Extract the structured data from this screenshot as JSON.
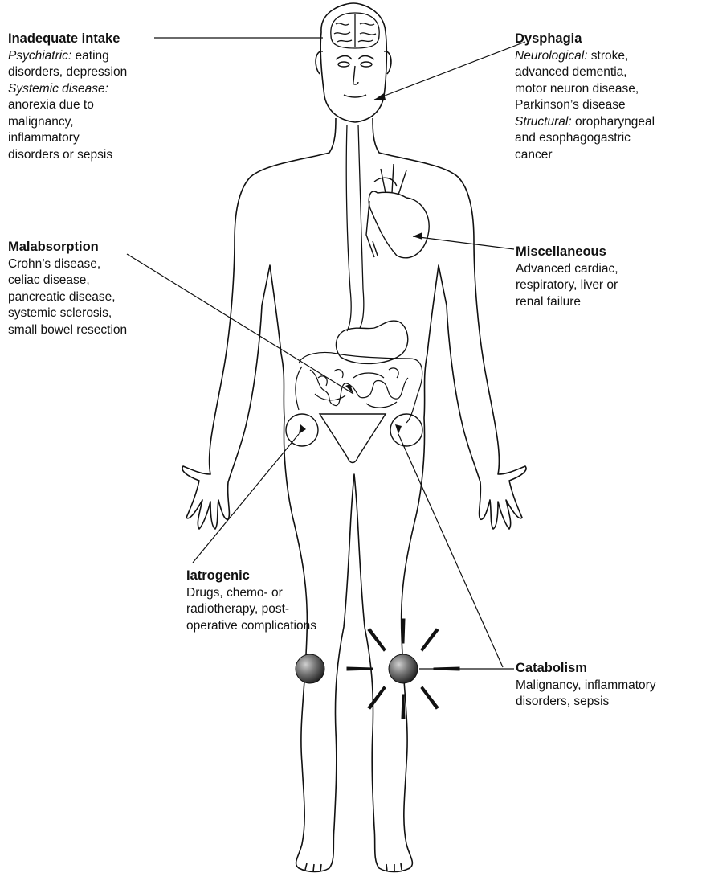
{
  "labels": {
    "inadequate_intake": {
      "heading": "Inadequate intake",
      "lines": [
        {
          "category": "Psychiatric:",
          "text": " eating"
        },
        {
          "category": "",
          "text": "disorders, depression"
        },
        {
          "category": "Systemic disease:",
          "text": ""
        },
        {
          "category": "",
          "text": "anorexia due to"
        },
        {
          "category": "",
          "text": "malignancy,"
        },
        {
          "category": "",
          "text": "inflammatory"
        },
        {
          "category": "",
          "text": "disorders or sepsis"
        }
      ]
    },
    "dysphagia": {
      "heading": "Dysphagia",
      "lines": [
        {
          "category": "Neurological:",
          "text": " stroke,"
        },
        {
          "category": "",
          "text": "advanced dementia,"
        },
        {
          "category": "",
          "text": "motor neuron disease,"
        },
        {
          "category": "",
          "text": "Parkinson’s disease"
        },
        {
          "category": "Structural:",
          "text": " oropharyngeal"
        },
        {
          "category": "",
          "text": "and esophagogastric"
        },
        {
          "category": "",
          "text": "cancer"
        }
      ]
    },
    "malabsorption": {
      "heading": "Malabsorption",
      "lines": [
        {
          "category": "",
          "text": "Crohn’s disease,"
        },
        {
          "category": "",
          "text": "celiac disease,"
        },
        {
          "category": "",
          "text": "pancreatic disease,"
        },
        {
          "category": "",
          "text": "systemic sclerosis,"
        },
        {
          "category": "",
          "text": "small bowel resection"
        }
      ]
    },
    "miscellaneous": {
      "heading": "Miscellaneous",
      "lines": [
        {
          "category": "",
          "text": "Advanced cardiac,"
        },
        {
          "category": "",
          "text": "respiratory, liver or"
        },
        {
          "category": "",
          "text": "renal failure"
        }
      ]
    },
    "iatrogenic": {
      "heading": "Iatrogenic",
      "lines": [
        {
          "category": "",
          "text": "Drugs, chemo- or"
        },
        {
          "category": "",
          "text": "radiotherapy, post-"
        },
        {
          "category": "",
          "text": "operative complications"
        }
      ]
    },
    "catabolism": {
      "heading": "Catabolism",
      "lines": [
        {
          "category": "",
          "text": "Malignancy, inflammatory"
        },
        {
          "category": "",
          "text": "disorders, sepsis"
        }
      ]
    }
  },
  "icons": {
    "body": "human-body-outline-icon",
    "brain": "brain-icon",
    "heart": "heart-icon",
    "stomach": "stomach-icon",
    "intestines": "intestines-icon",
    "muscle": "muscle-ball-icon"
  },
  "colors": {
    "line": "#111111",
    "ball_light": "#bbbbbb",
    "ball_dark": "#2a2a2a"
  }
}
